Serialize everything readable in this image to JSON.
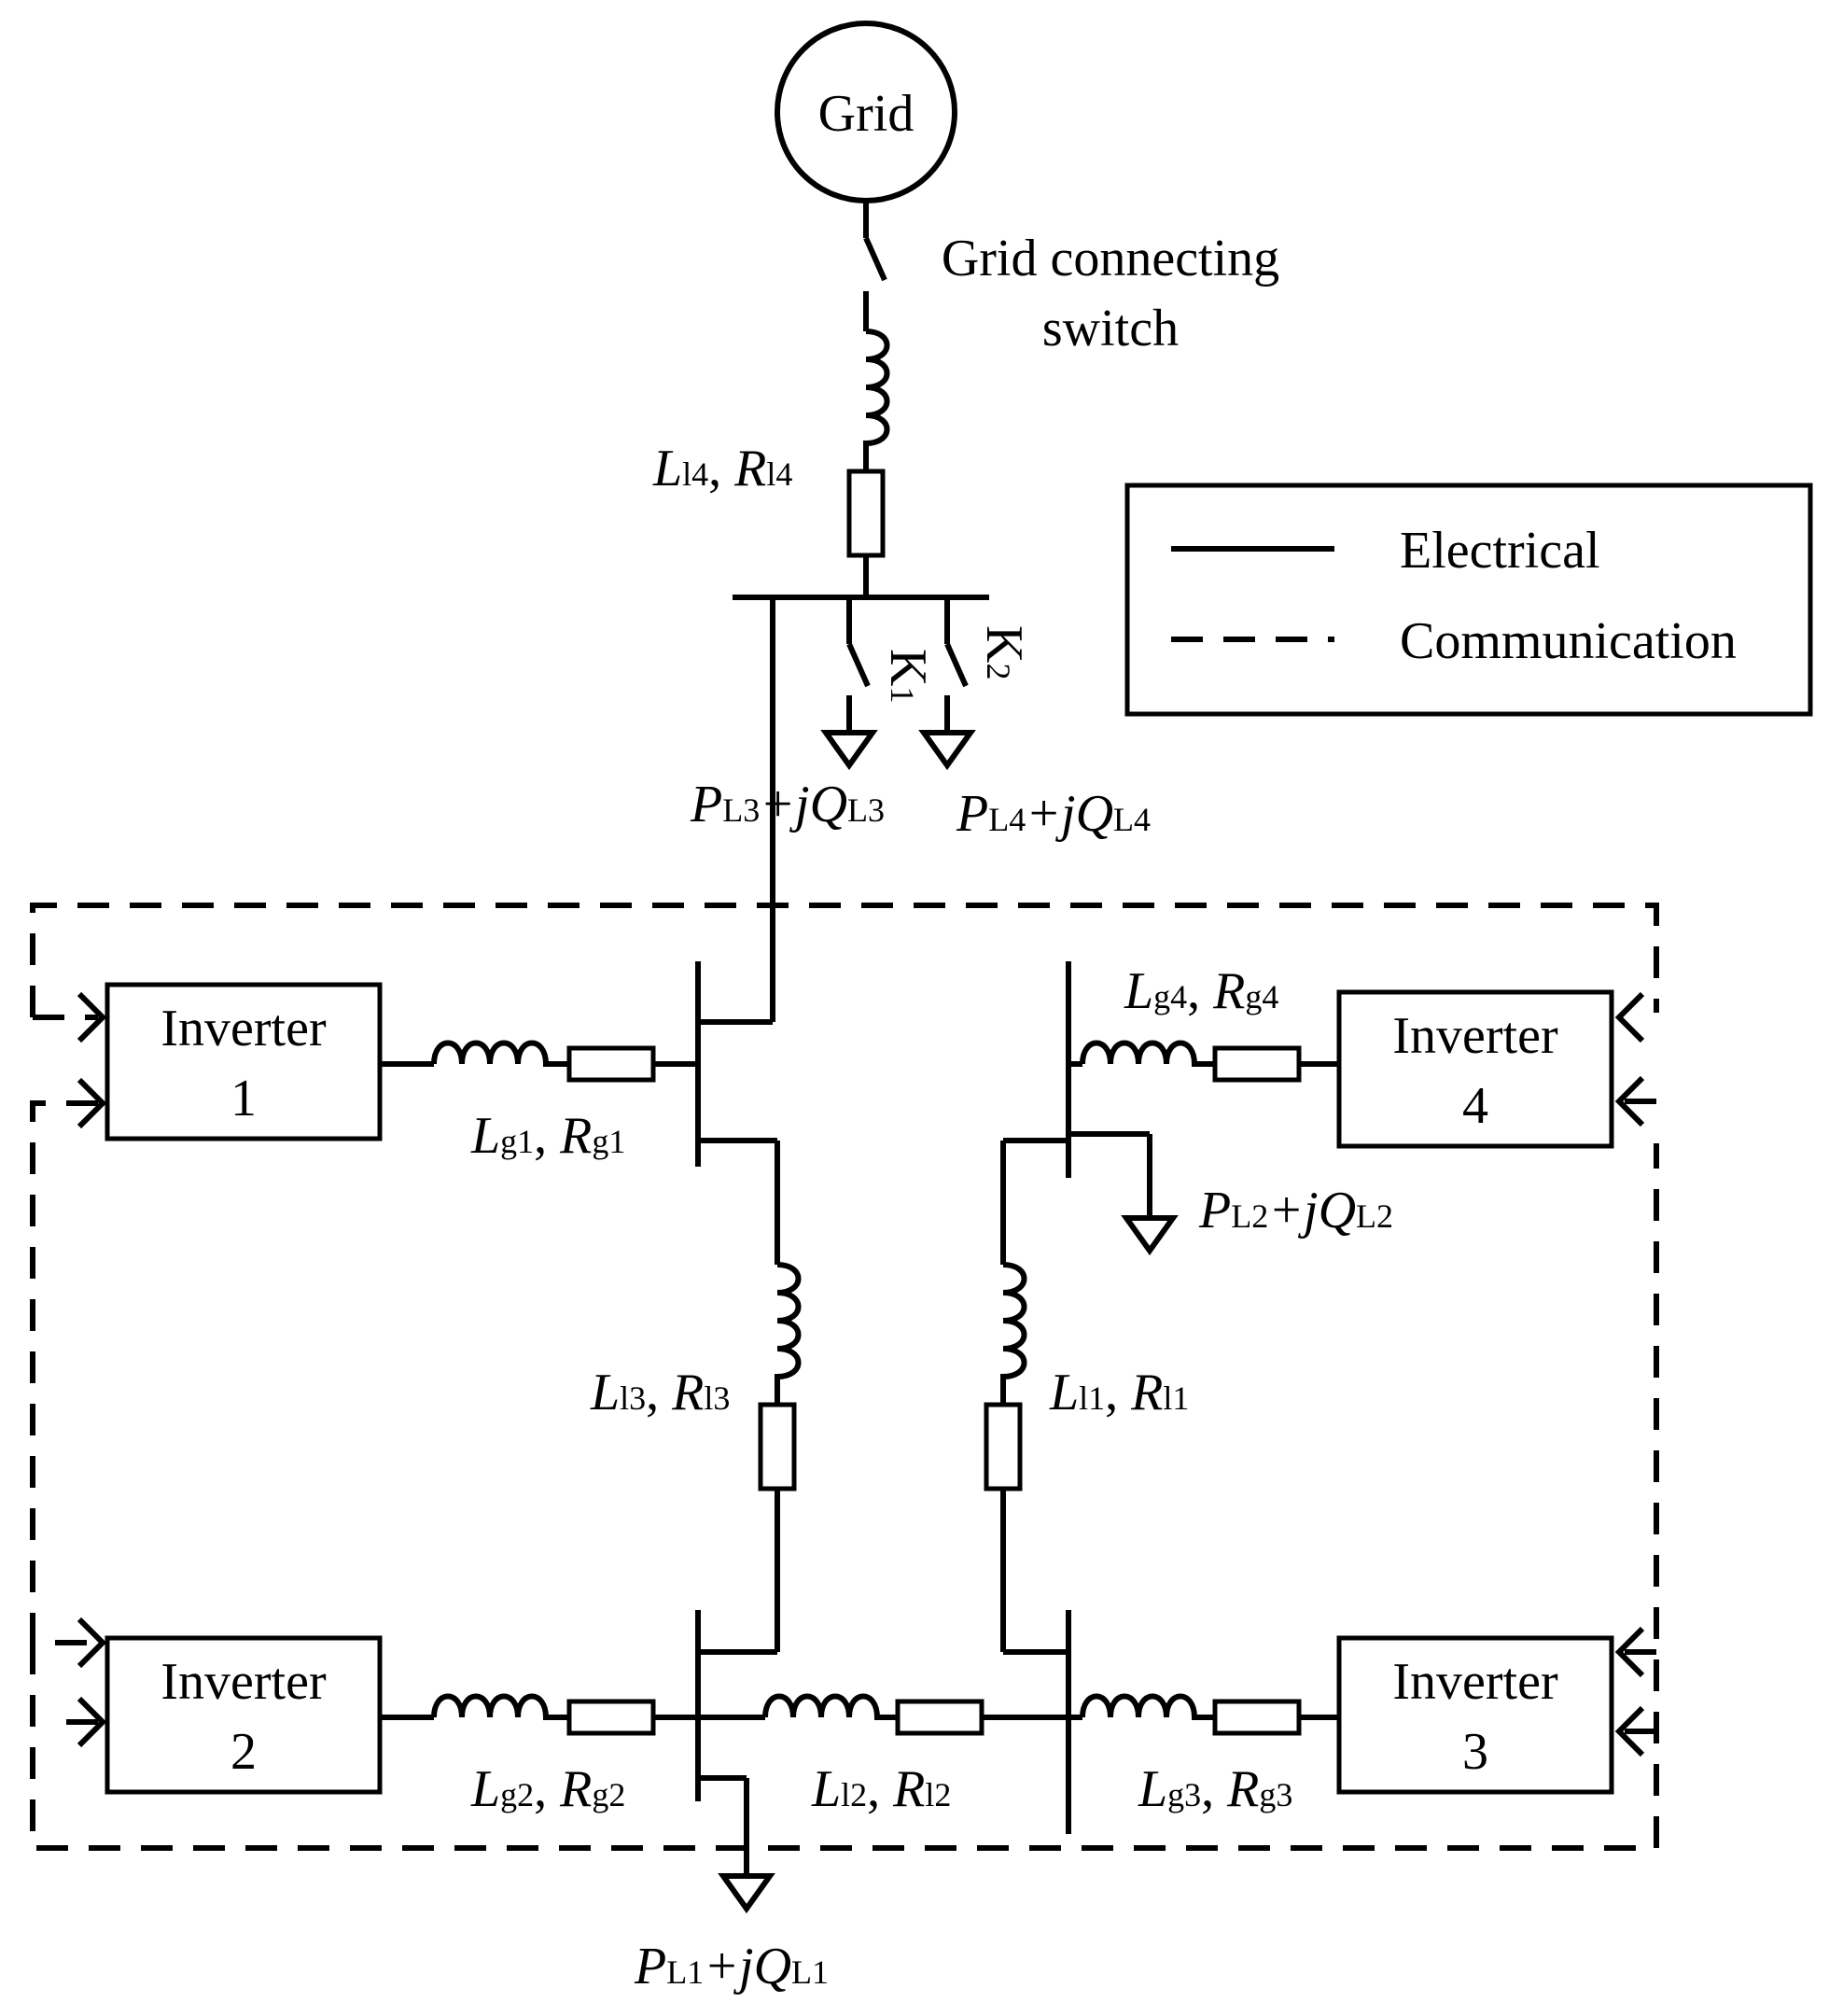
{
  "grid_label": "Grid",
  "switch_label_line1": "Grid connecting",
  "switch_label_line2": "switch",
  "legend": {
    "electrical": "Electrical",
    "communication": "Communication"
  },
  "switches": [
    {
      "letter": "K",
      "sub": "1"
    },
    {
      "letter": "K",
      "sub": "2"
    }
  ],
  "inverters": [
    {
      "name": "Inverter",
      "number": "1"
    },
    {
      "name": "Inverter",
      "number": "2"
    },
    {
      "name": "Inverter",
      "number": "3"
    },
    {
      "name": "Inverter",
      "number": "4"
    }
  ],
  "line_impedances": [
    {
      "L": "L",
      "Lsub": "l1",
      "R": "R",
      "Rsub": "l1"
    },
    {
      "L": "L",
      "Lsub": "l2",
      "R": "R",
      "Rsub": "l2"
    },
    {
      "L": "L",
      "Lsub": "l3",
      "R": "R",
      "Rsub": "l3"
    },
    {
      "L": "L",
      "Lsub": "l4",
      "R": "R",
      "Rsub": "l4"
    }
  ],
  "filter_impedances": [
    {
      "L": "L",
      "Lsub": "g1",
      "R": "R",
      "Rsub": "g1"
    },
    {
      "L": "L",
      "Lsub": "g2",
      "R": "R",
      "Rsub": "g2"
    },
    {
      "L": "L",
      "Lsub": "g3",
      "R": "R",
      "Rsub": "g3"
    },
    {
      "L": "L",
      "Lsub": "g4",
      "R": "R",
      "Rsub": "g4"
    }
  ],
  "loads": [
    {
      "P": "P",
      "Psub": "L1",
      "plusj": "+j",
      "Q": "Q",
      "Qsub": "L1"
    },
    {
      "P": "P",
      "Psub": "L2",
      "plusj": "+j",
      "Q": "Q",
      "Qsub": "L2"
    },
    {
      "P": "P",
      "Psub": "L3",
      "plusj": "+j",
      "Q": "Q",
      "Qsub": "L3"
    },
    {
      "P": "P",
      "Psub": "L4",
      "plusj": "+j",
      "Q": "Q",
      "Qsub": "L4"
    }
  ],
  "separator": ", "
}
